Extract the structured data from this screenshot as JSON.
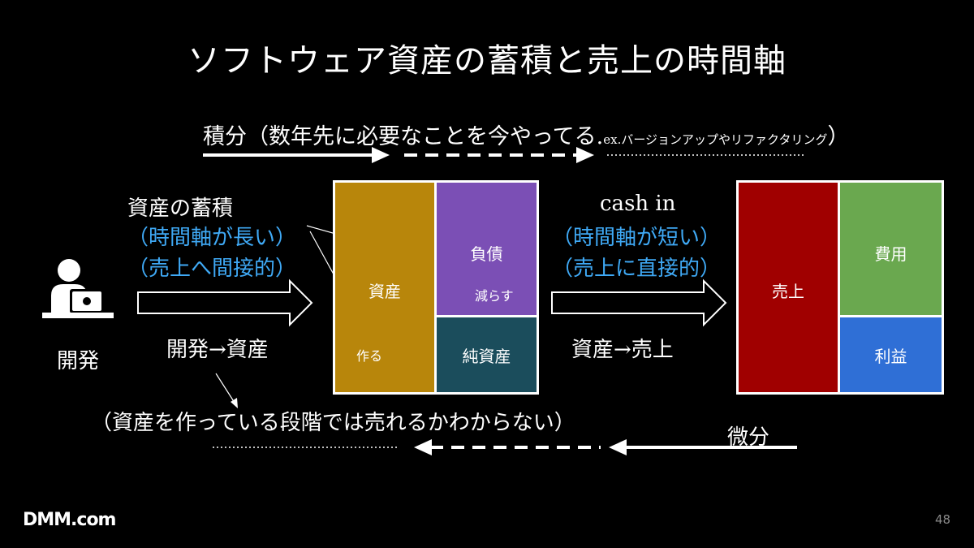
{
  "slide": {
    "title": "ソフトウェア資産の蓄積と売上の時間軸",
    "integral": {
      "main": "積分（数年先に必要なことを今やってる.",
      "small": "ex.バージョンアップやリファクタリング",
      "close": "）"
    },
    "asset_accum": {
      "line1": "資産の蓄積",
      "line2": "（時間軸が長い）",
      "line3": "（売上へ間接的）"
    },
    "developer_label": "開発",
    "dev_to_asset": "開発→資産",
    "asset_to_sales": "資産→売上",
    "cash_in": {
      "line1": "cash in",
      "line2": "（時間軸が短い）",
      "line3": "（売上に直接的）"
    },
    "balance_sheet": {
      "assets": "資産",
      "liabilities": "負債",
      "net_assets": "純資産",
      "reduce": "減らす",
      "make": "作る"
    },
    "income_statement": {
      "sales": "売上",
      "expenses": "費用",
      "profit": "利益"
    },
    "note": "（資産を作っている段階では売れるかわからない）",
    "differential": "微分",
    "logo": "DMM.com",
    "page_number": "48",
    "colors": {
      "assets": "#b8860b",
      "liabilities": "#7b4fb5",
      "net_assets": "#1b4d5c",
      "sales": "#a00000",
      "expenses": "#6aa84f",
      "profit": "#2f6fd6",
      "accent_text": "#3fa9f5"
    }
  }
}
